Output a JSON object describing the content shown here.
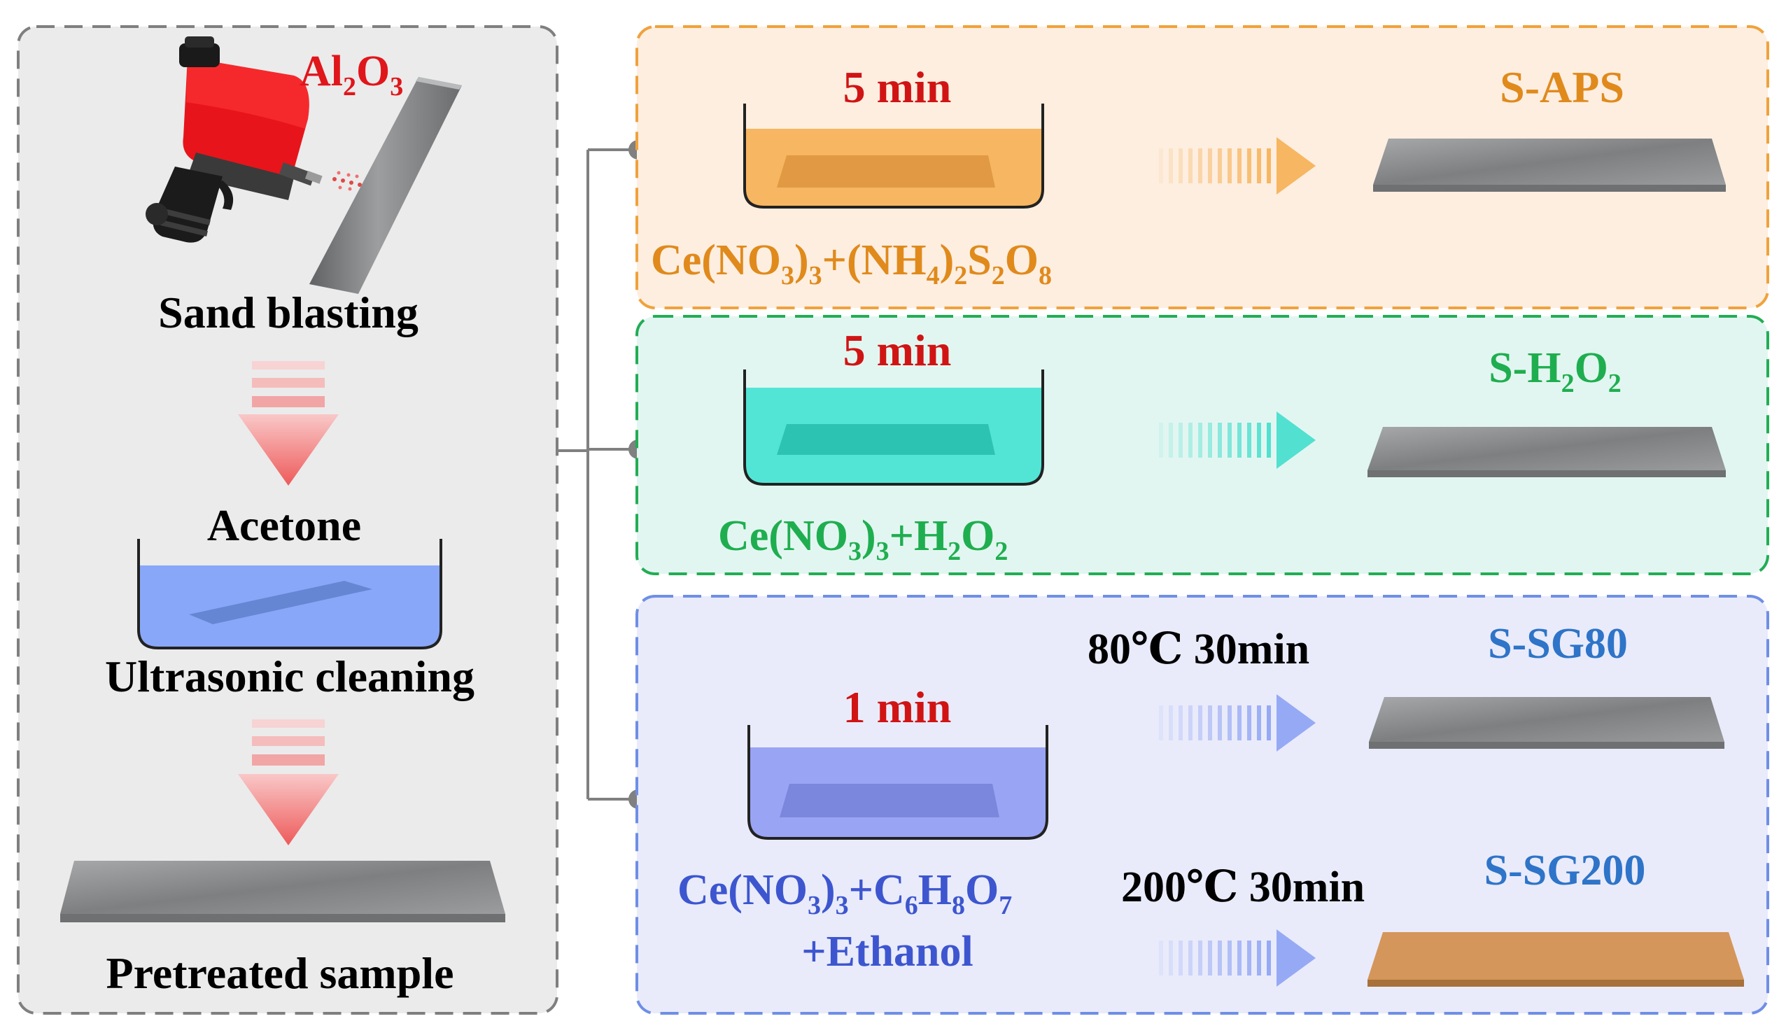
{
  "colors": {
    "left_bg": "#ebebeb",
    "left_border": "#7f7f7f",
    "aps_bg": "#fdeee0",
    "aps_border": "#f0a23c",
    "aps_text": "#e08a1c",
    "h2o2_bg": "#e2f6f1",
    "h2o2_border": "#22ad55",
    "h2o2_text": "#1fae4f",
    "sg_bg": "#e9ebfb",
    "sg_border": "#6f8ee6",
    "sg_text": "#2e74c8",
    "sg_formula_text": "#3d56cf",
    "time_red": "#d01414",
    "al2o3_red": "#e0161b",
    "black": "#000000",
    "orange_solution": "#f7b661",
    "teal_solution": "#52e5d6",
    "blue_solution": "#89a7f8",
    "sg_solution": "#9aa4f4",
    "metal_gray": "#8f9193",
    "treated_orange": "#d4965a",
    "connector": "#808080"
  },
  "pretreatment": {
    "al2o3": {
      "base1": "Al",
      "sub1": "2",
      "base2": "O",
      "sub2": "3"
    },
    "step1_label": "Sand blasting",
    "step2_label": "Acetone",
    "step3_label": "Ultrasonic cleaning",
    "step4_label": "Pretreated sample",
    "icons": [
      "sand-blasting-gun-icon",
      "steel-plate-icon",
      "down-arrow-icon",
      "beaker-icon"
    ]
  },
  "aps": {
    "time": "5 min",
    "product": "S-APS",
    "formula": [
      {
        "t": "Ce(NO"
      },
      {
        "t": "3",
        "s": true
      },
      {
        "t": ")"
      },
      {
        "t": "3",
        "s": true
      },
      {
        "t": "+(NH"
      },
      {
        "t": "4",
        "s": true
      },
      {
        "t": ")"
      },
      {
        "t": "2",
        "s": true
      },
      {
        "t": "S"
      },
      {
        "t": "2",
        "s": true
      },
      {
        "t": "O"
      },
      {
        "t": "8",
        "s": true
      }
    ]
  },
  "h2o2": {
    "time": "5 min",
    "product": [
      {
        "t": "S-H"
      },
      {
        "t": "2",
        "s": true
      },
      {
        "t": "O"
      },
      {
        "t": "2",
        "s": true
      }
    ],
    "formula": [
      {
        "t": "Ce(NO"
      },
      {
        "t": "3",
        "s": true
      },
      {
        "t": ")"
      },
      {
        "t": "3",
        "s": true
      },
      {
        "t": "+H"
      },
      {
        "t": "2",
        "s": true
      },
      {
        "t": "O"
      },
      {
        "t": "2",
        "s": true
      }
    ]
  },
  "sg": {
    "time": "1 min",
    "cond80": "80℃  30min",
    "cond200": "200℃ 30min",
    "product80": "S-SG80",
    "product200": "S-SG200",
    "formula_line1": [
      {
        "t": "Ce(NO"
      },
      {
        "t": "3",
        "s": true
      },
      {
        "t": ")"
      },
      {
        "t": "3",
        "s": true
      },
      {
        "t": "+C"
      },
      {
        "t": "6",
        "s": true
      },
      {
        "t": "H"
      },
      {
        "t": "8",
        "s": true
      },
      {
        "t": "O"
      },
      {
        "t": "7",
        "s": true
      }
    ],
    "formula_line2": "+Ethanol"
  }
}
